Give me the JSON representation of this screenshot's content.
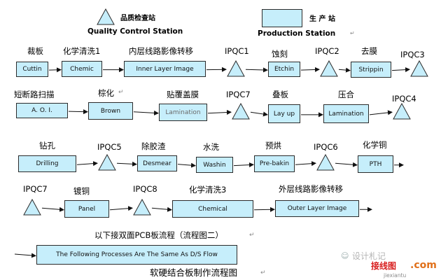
{
  "legend": {
    "qc_label_cn": "品质检查站",
    "qc_label_en": "Quality  Control  Station",
    "prod_label_cn": "生 产 站",
    "prod_label_en": "Production  Station",
    "prod_label_suffix": "↵"
  },
  "colors": {
    "box_fill": "#c6eefb",
    "triangle_fill": "#c6eefb",
    "stroke": "#2b2b2b"
  },
  "nodes": [
    {
      "id": "n1",
      "type": "box",
      "text": "Cuttin",
      "label": "裁板"
    },
    {
      "id": "n2",
      "type": "box",
      "text": "Chemic",
      "label": "化学清洗1"
    },
    {
      "id": "n3",
      "type": "box",
      "text": "Inner Layer Image",
      "label": "内层线路影像转移"
    },
    {
      "id": "n4",
      "type": "tri",
      "label": "IPQC1"
    },
    {
      "id": "n5",
      "type": "box",
      "text": "Etchin",
      "label": "蚀刻"
    },
    {
      "id": "n6",
      "type": "tri",
      "label": "IPQC2"
    },
    {
      "id": "n7",
      "type": "box",
      "text": "Strippin",
      "label": "去膜"
    },
    {
      "id": "n8",
      "type": "tri",
      "label": "IPQC3"
    },
    {
      "id": "n9",
      "type": "box",
      "text": "A. O. I.",
      "label": "短断路扫描"
    },
    {
      "id": "n10",
      "type": "box",
      "text": "Brown",
      "label": "棕化",
      "label_suffix": " ↵"
    },
    {
      "id": "n11",
      "type": "box",
      "text": "Lamination",
      "label": "贴覆盖膜",
      "faint": true
    },
    {
      "id": "n12",
      "type": "tri",
      "label": "IPQC7"
    },
    {
      "id": "n13",
      "type": "box",
      "text": "Lay up",
      "label": "叠板"
    },
    {
      "id": "n14",
      "type": "box",
      "text": "Lamination",
      "label": "压合"
    },
    {
      "id": "n15",
      "type": "tri",
      "label": "IPQC4"
    },
    {
      "id": "n16",
      "type": "box",
      "text": "Drilling",
      "label": "钻孔"
    },
    {
      "id": "n17",
      "type": "tri",
      "label": "IPQC5"
    },
    {
      "id": "n18",
      "type": "box",
      "text": "Desmear",
      "label": "除胶渣"
    },
    {
      "id": "n19",
      "type": "box",
      "text": "Washin",
      "label": "水洗"
    },
    {
      "id": "n20",
      "type": "box",
      "text": "Pre-bakin",
      "label": "预烘"
    },
    {
      "id": "n21",
      "type": "tri",
      "label": "IPQC6"
    },
    {
      "id": "n22",
      "type": "box",
      "text": "PTH",
      "label": "化学铜"
    },
    {
      "id": "n23",
      "type": "tri",
      "label": "IPQC7"
    },
    {
      "id": "n24",
      "type": "box",
      "text": "Panel",
      "label": "镀铜"
    },
    {
      "id": "n25",
      "type": "tri",
      "label": "IPQC8"
    },
    {
      "id": "n26",
      "type": "box",
      "text": "Chemical",
      "label": "化学清洗3"
    },
    {
      "id": "n27",
      "type": "box",
      "text": "Outer Layer Image",
      "label": "外层线路影像转移"
    },
    {
      "id": "n28",
      "type": "box",
      "text": "The Following Processes Are The Same As D/S Flow"
    }
  ],
  "notes": {
    "continuation": "以下接双面PCB板流程（流程图二）",
    "continuation_suffix": " ↵",
    "caption": "软硬结合板制作流程图",
    "caption_suffix": " ↵"
  },
  "watermark": {
    "wechat": "设计札记",
    "site_cn": "接线图",
    "site_com": ".com",
    "site_url": "jiexiantu"
  }
}
